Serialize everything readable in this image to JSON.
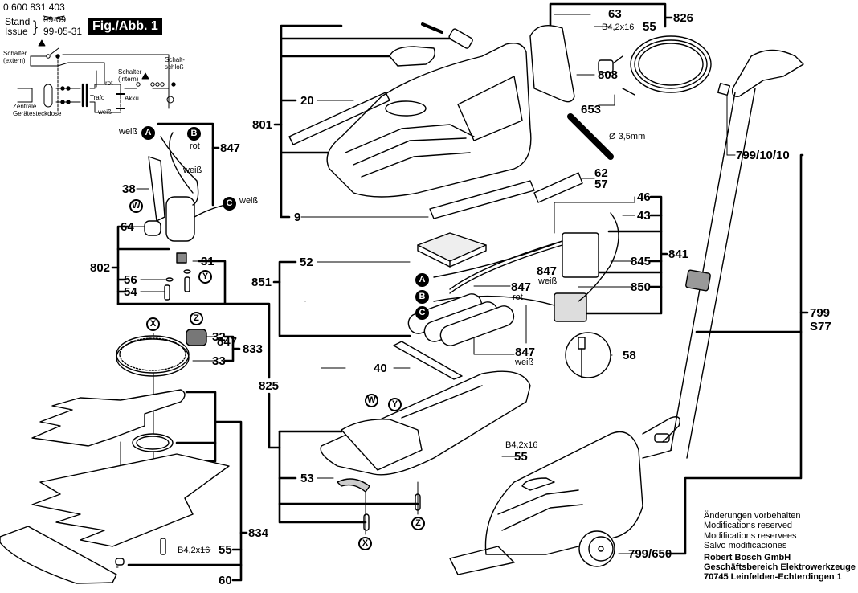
{
  "header": {
    "doc_number": "0 600 831 403",
    "stand_label": "Stand",
    "issue_label": "Issue",
    "old_date": "99-09",
    "issue_date": "99-05-31",
    "figure_label": "Fig./Abb. 1"
  },
  "schematic": {
    "switch_external": "Schalter\n(extern)",
    "switch_internal": "Schalter\n(intern)",
    "key_switch": "Schalt-\nschloß",
    "transformer": "Trafo",
    "battery": "Akku",
    "wire_red": "rot",
    "wire_white": "weiß",
    "socket": "Zentrale\nGerätesteckdose"
  },
  "part_labels": {
    "p63": "63",
    "p826": "826",
    "p55a": "55",
    "screw_a": "B4,2x16",
    "p808": "808",
    "p653": "653",
    "diameter": "Ø 3,5mm",
    "p20": "20",
    "p801": "801",
    "p9": "9",
    "p62": "62",
    "p57": "57",
    "p46": "46",
    "p43": "43",
    "p841": "841",
    "p845": "845",
    "p850": "850",
    "p847a": "847",
    "p847b": "847",
    "p847c": "847",
    "p847d": "847",
    "weiss": "weiß",
    "rot": "rot",
    "p52": "52",
    "p851": "851",
    "p58": "58",
    "p40": "40",
    "p799_10_10": "799/10/10",
    "p799": "799",
    "s77": "S77",
    "p799_650": "799/650",
    "p38": "38",
    "p64": "64",
    "p802": "802",
    "p56": "56",
    "p54": "54",
    "p31": "31",
    "p32": "32",
    "p33": "33",
    "p833": "833",
    "p825": "825",
    "p834": "834",
    "p55b": "55",
    "screw_b": "B4,2x16",
    "p60": "60",
    "p53": "53",
    "p55c": "55",
    "screw_c": "B4,2x16"
  },
  "markers": [
    "A",
    "B",
    "C",
    "W",
    "X",
    "Y",
    "Z"
  ],
  "notes": {
    "line1": "Änderungen vorbehalten",
    "line2": "Modifications reserved",
    "line3": "Modifications reservees",
    "line4": "Salvo modificaciones",
    "company": "Robert Bosch GmbH",
    "division": "Geschäftsbereich Elektrowerkzeuge",
    "address": "70745 Leinfelden-Echterdingen 1"
  }
}
